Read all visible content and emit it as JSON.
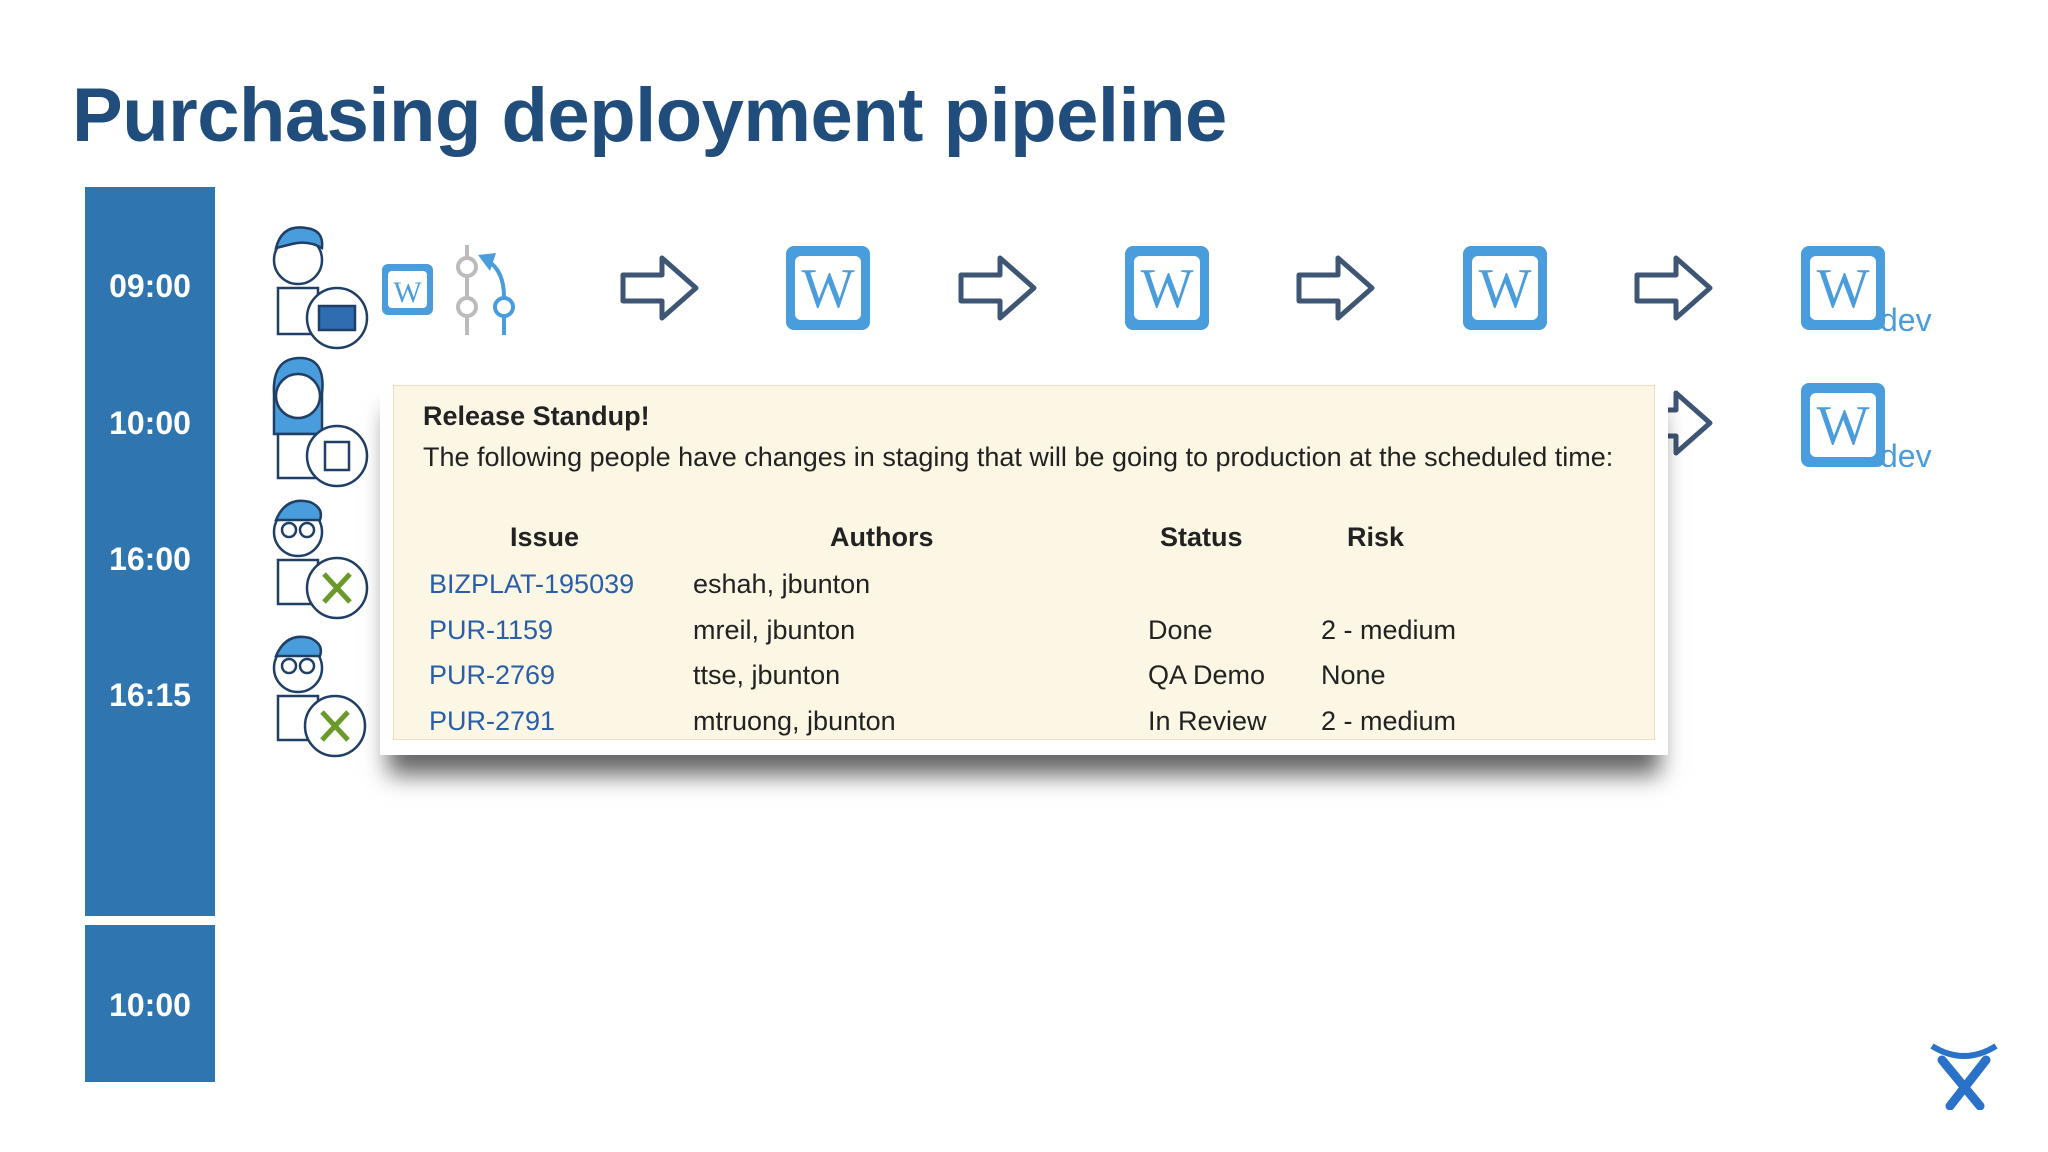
{
  "title": "Purchasing deployment pipeline",
  "timeline": [
    "09:00",
    "10:00",
    "16:00",
    "16:15"
  ],
  "timeline_next": "10:00",
  "stage_env_label": "dev",
  "popup": {
    "title": "Release Standup!",
    "message": "The following people have changes in staging that will be going to production at the scheduled time:",
    "columns": [
      "Issue",
      "Authors",
      "Status",
      "Risk"
    ],
    "rows": [
      {
        "issue": "BIZPLAT-195039",
        "authors": "eshah, jbunton",
        "status": "",
        "risk": ""
      },
      {
        "issue": "PUR-1159",
        "authors": "mreil, jbunton",
        "status": "Done",
        "risk": "2 - medium"
      },
      {
        "issue": "PUR-2769",
        "authors": "ttse, jbunton",
        "status": "QA Demo",
        "risk": "None"
      },
      {
        "issue": "PUR-2791",
        "authors": "mtruong, jbunton",
        "status": "In Review",
        "risk": "2 - medium"
      }
    ]
  },
  "colors": {
    "title": "#214d7d",
    "timeline": "#2f75af",
    "icon": "#4a9ddc",
    "arrow": "#3e5674",
    "panel": "#fcf6e4",
    "link": "#2a5ea8"
  }
}
